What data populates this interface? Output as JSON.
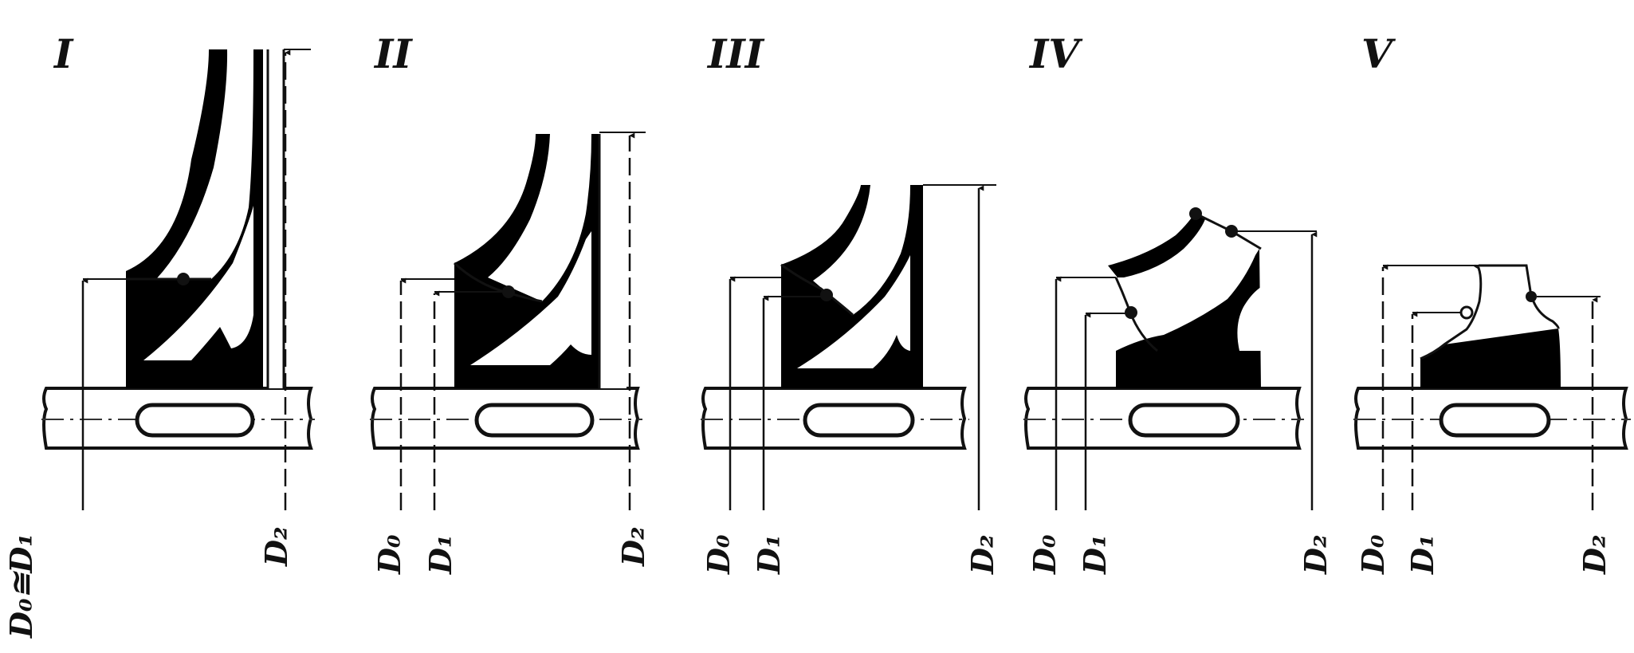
{
  "figure": {
    "panels": [
      {
        "numeral": "I",
        "dims": [
          {
            "label": "D₀≅D₁"
          },
          {
            "label": "D₂"
          }
        ]
      },
      {
        "numeral": "II",
        "dims": [
          {
            "label": "D₀"
          },
          {
            "label": "D₁"
          },
          {
            "label": "D₂"
          }
        ]
      },
      {
        "numeral": "III",
        "dims": [
          {
            "label": "D₀"
          },
          {
            "label": "D₁"
          },
          {
            "label": "D₂"
          }
        ]
      },
      {
        "numeral": "IV",
        "dims": [
          {
            "label": "D₀"
          },
          {
            "label": "D₁"
          },
          {
            "label": "D₂"
          }
        ]
      },
      {
        "numeral": "V",
        "dims": [
          {
            "label": "D₀"
          },
          {
            "label": "D₁"
          },
          {
            "label": "D₂"
          }
        ]
      }
    ]
  }
}
